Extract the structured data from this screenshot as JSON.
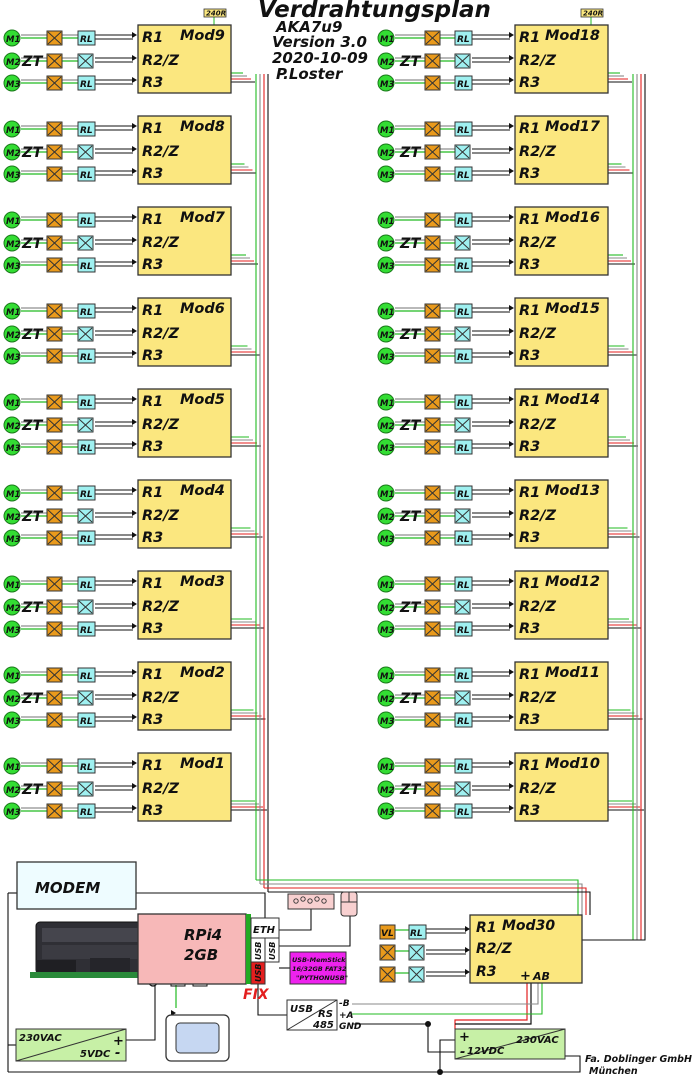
{
  "title": "Verdrahtungsplan",
  "subtitle_lines": [
    "AKA7u9",
    "Version 3.0",
    "2020-10-09",
    "P.Loster"
  ],
  "supply_tag": "240R",
  "modules": [
    {
      "label": "Mod9",
      "side": "left"
    },
    {
      "label": "Mod8",
      "side": "left"
    },
    {
      "label": "Mod7",
      "side": "left"
    },
    {
      "label": "Mod6",
      "side": "left"
    },
    {
      "label": "Mod5",
      "side": "left"
    },
    {
      "label": "Mod4",
      "side": "left"
    },
    {
      "label": "Mod3",
      "side": "left"
    },
    {
      "label": "Mod2",
      "side": "left"
    },
    {
      "label": "Mod1",
      "side": "left"
    },
    {
      "label": "Mod18",
      "side": "right"
    },
    {
      "label": "Mod17",
      "side": "right"
    },
    {
      "label": "Mod16",
      "side": "right"
    },
    {
      "label": "Mod15",
      "side": "right"
    },
    {
      "label": "Mod14",
      "side": "right"
    },
    {
      "label": "Mod13",
      "side": "right"
    },
    {
      "label": "Mod12",
      "side": "right"
    },
    {
      "label": "Mod11",
      "side": "right"
    },
    {
      "label": "Mod10",
      "side": "right"
    }
  ],
  "module_pins": [
    "R1",
    "R2/Z",
    "R3"
  ],
  "motor_labels": [
    "M1",
    "M2",
    "M3"
  ],
  "zone_label": "ZT",
  "relay_label": "RL",
  "mod30": {
    "label": "Mod30",
    "pins": [
      "R1",
      "R2/Z",
      "R3"
    ],
    "valve_label": "VL",
    "bus_label": "AB"
  },
  "modem": {
    "label": "MODEM"
  },
  "rpi": {
    "label_line1": "RPi4",
    "label_line2": "2GB",
    "port_eth": "ETH",
    "port_usb": "USB"
  },
  "fix_label": "FIX",
  "usb_stick": {
    "lines": [
      "USB-MemStick",
      "16/32GB FAT32",
      "\"PYTHONUSB\""
    ]
  },
  "usb_rs485": {
    "left_top": "USB",
    "right_top": "RS",
    "right_bottom": "485"
  },
  "bus_terminals": [
    "-B",
    "+A",
    "GND"
  ],
  "psu_5v": {
    "top_left": "230VAC",
    "bottom_right": "5VDC",
    "plus": "+",
    "minus": "-"
  },
  "psu_12v": {
    "top_right": "230VAC",
    "bottom_left": "12VDC",
    "plus": "+",
    "minus": "-"
  },
  "footer": [
    "Fa. Doblinger GmbH",
    "München"
  ],
  "colors": {
    "module": "#fbe77f",
    "motor": "#33dd33",
    "valve": "#e99a1c",
    "relay": "#9ff0f0",
    "rpi": "#f7b8b8",
    "stick": "#ee22ee",
    "psu": "#c7f0a6",
    "modem": "#eefcff",
    "wire_green": "#22bb22",
    "wire_red": "#e31e1e",
    "wire_black": "#111111",
    "wire_gray": "#888888"
  }
}
